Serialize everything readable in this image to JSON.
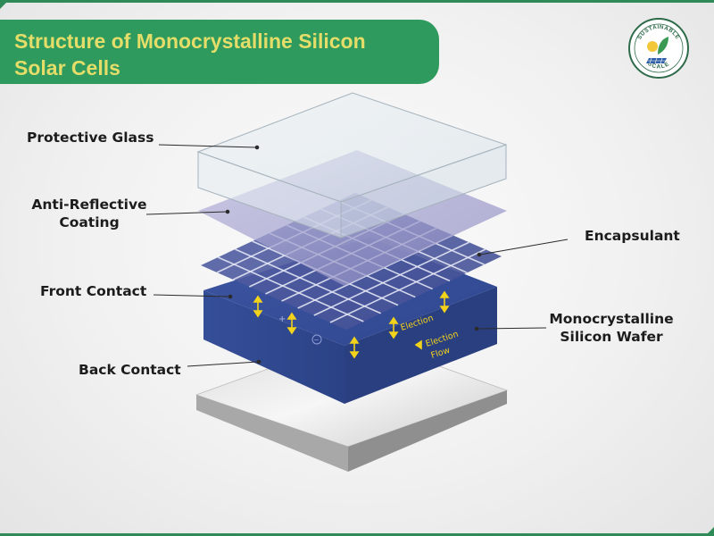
{
  "title": {
    "line1": "Structure of Monocrystalline Silicon",
    "line2": "Solar Cells"
  },
  "logo": {
    "top_text": "SUSTAINABLE",
    "bottom_text": "SCALE",
    "icon": "solar-leaf-logo"
  },
  "layers": {
    "protective_glass": "Protective Glass",
    "anti_reflective_line1": "Anti-Reflective",
    "anti_reflective_line2": "Coating",
    "encapsulant": "Encapsulant",
    "front_contact": "Front Contact",
    "wafer_line1": "Monocrystalline",
    "wafer_line2": "Silicon Wafer",
    "back_contact": "Back Contact"
  },
  "wafer_annotations": {
    "electron": "Election",
    "electron_flow_line1": "Election",
    "electron_flow_line2": "Flow",
    "plus": "+",
    "minus": "−"
  },
  "colors": {
    "brand_green": "#2f9a5d",
    "title_text": "#e4dd6a",
    "wafer_blue": "#3d56a3",
    "arrow_yellow": "#f2d21b"
  }
}
